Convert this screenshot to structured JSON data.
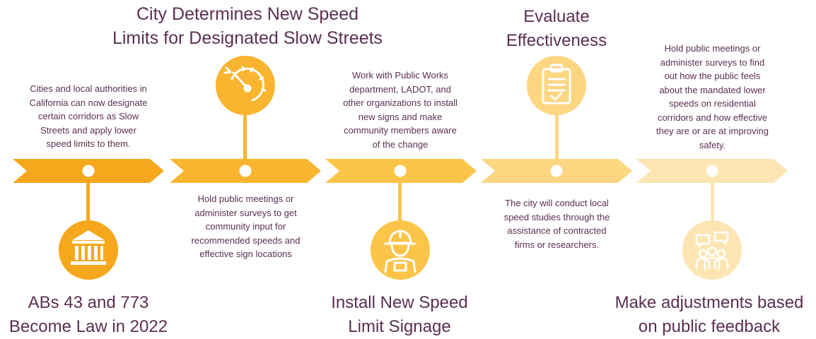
{
  "steps": [
    {
      "title": "ABs 43 and 773\nBecome Law in 2022",
      "description": "Cities and local authorities in\nCalifornia can now designate\ncertain corridors as Slow\nStreets and apply lower\nspeed limits to them.",
      "icon": "courthouse-icon",
      "color": "#f7a71c"
    },
    {
      "title": "City Determines New Speed\nLimits for Designated Slow Streets",
      "description": "Hold public meetings or\nadminister surveys to get\ncommunity input for\nrecommended speeds and\neffective sign locations",
      "icon": "speedometer-icon",
      "color": "#f9b52f"
    },
    {
      "title": "Install New Speed\nLimit Signage",
      "description": "Work with Public Works\ndepartment, LADOT, and\nother organizations to install\nnew signs and make\ncommunity members aware\nof the change",
      "icon": "construction-worker-icon",
      "color": "#fcc549"
    },
    {
      "title": "Evaluate\nEffectiveness",
      "description": "The city will conduct local\nspeed studies through the\nassistance of contracted\nfirms or researchers.",
      "icon": "clipboard-check-icon",
      "color": "#fdd681"
    },
    {
      "title": "Make adjustments based\non public feedback",
      "description": "Hold public meetings or\nadminister surveys to find\nout how the public feels\nabout the mandated lower\nspeeds on residential\ncorridors and how effective\nthey are or are at improving\nsafety.",
      "icon": "community-feedback-icon",
      "color": "#fde5b3"
    }
  ]
}
